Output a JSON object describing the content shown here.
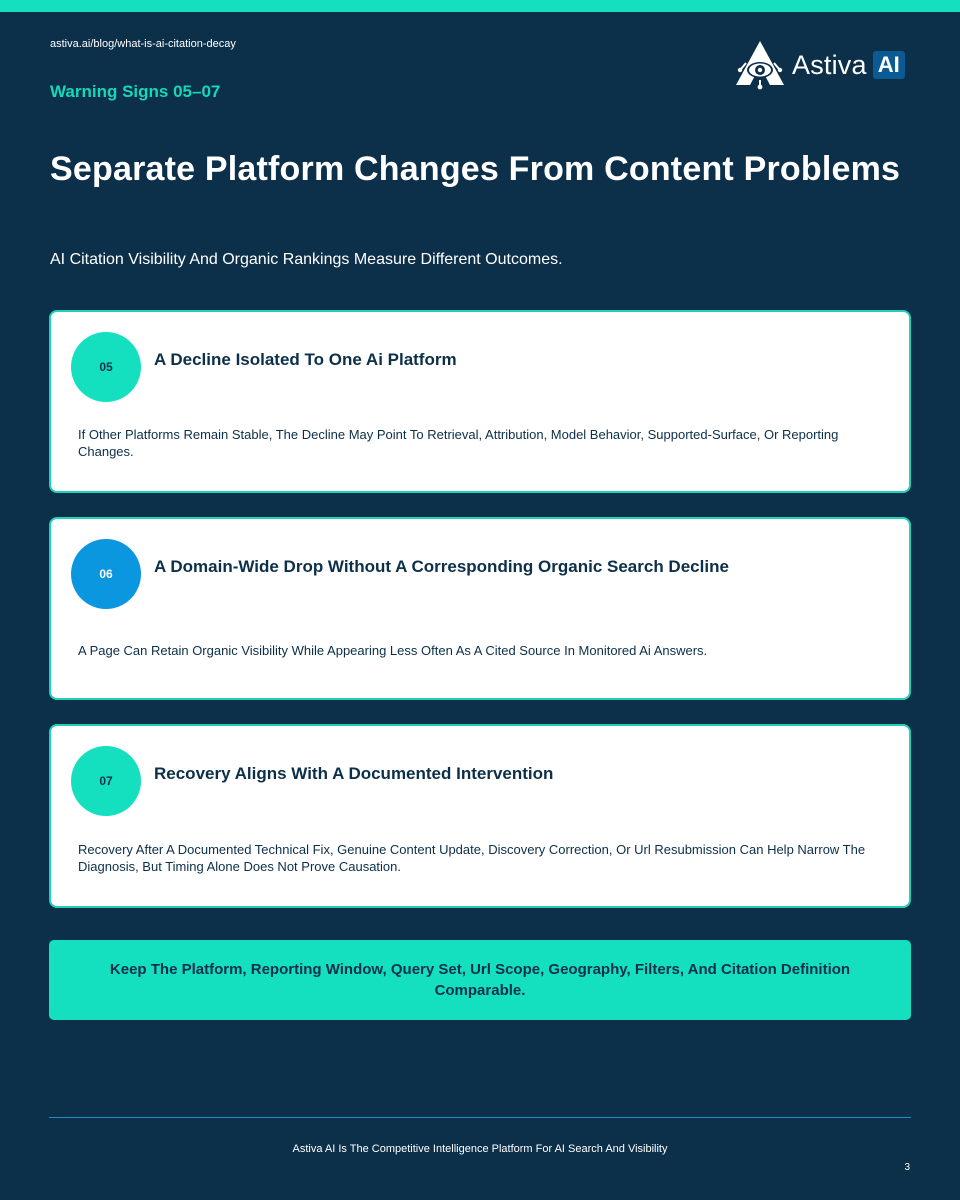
{
  "header": {
    "url": "astiva.ai/blog/what-is-ai-citation-decay",
    "eyebrow": "Warning Signs 05–07",
    "logo": {
      "icon": "eye-pyramid-logo-icon",
      "word": "Astiva",
      "badge": "AI"
    }
  },
  "title": "Separate Platform Changes From Content Problems",
  "subtitle": "AI Citation Visibility And Organic Rankings Measure Different Outcomes.",
  "cards": [
    {
      "number": "05",
      "title": "A Decline Isolated To One Ai Platform",
      "body": "If Other Platforms Remain Stable, The Decline May Point To Retrieval, Attribution, Model Behavior, Supported-Surface, Or Reporting Changes."
    },
    {
      "number": "06",
      "title": "A Domain-Wide Drop Without A Corresponding Organic Search Decline",
      "body": "A Page Can Retain Organic Visibility While Appearing Less Often As A Cited Source In Monitored Ai Answers."
    },
    {
      "number": "07",
      "title": "Recovery Aligns With A Documented Intervention",
      "body": "Recovery After A Documented Technical Fix, Genuine Content Update, Discovery Correction, Or Url Resubmission Can Help Narrow The Diagnosis, But Timing Alone Does Not Prove Causation."
    }
  ],
  "callout": "Keep The Platform, Reporting Window, Query Set, Url Scope, Geography, Filters, And Citation Definition Comparable.",
  "footer": {
    "tagline": "Astiva AI Is The Competitive Intelligence Platform For AI Search And Visibility",
    "page_number": "3"
  },
  "colors": {
    "background": "#0c2f4a",
    "accent_teal": "#14e0c0",
    "accent_blue": "#0b97df",
    "text_dark": "#0c2f4a"
  }
}
